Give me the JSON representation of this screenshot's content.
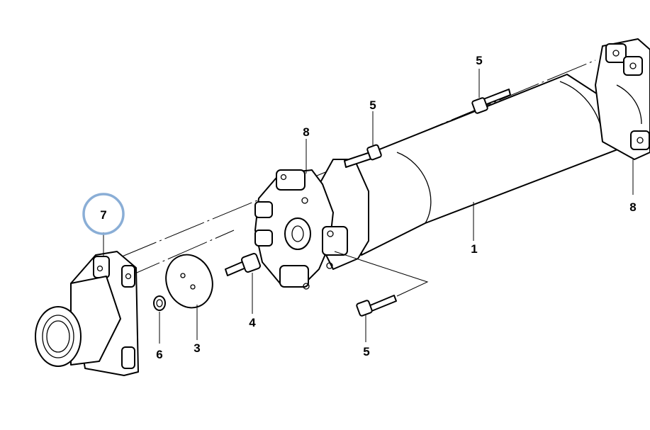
{
  "callouts": {
    "shaft": "1",
    "disc": "3",
    "screw_small": "4",
    "bolt_top": "5",
    "bolt_mid": "5",
    "bolt_bottom": "5",
    "ring": "6",
    "flange": "7",
    "joint_left": "8",
    "joint_right": "8"
  },
  "highlight_color": "#8aaed6"
}
